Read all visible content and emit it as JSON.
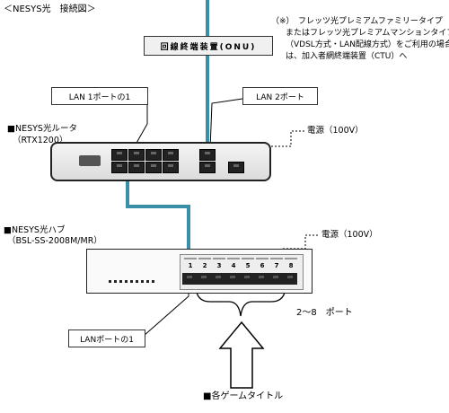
{
  "title": "＜NESYS光　接続図＞",
  "onu_label": "回線終端装置(ONU)",
  "note_lines": [
    "（※）　フレッツ光プレミアムファミリータイプ",
    "またはフレッツ光プレミアムマンションタイプ",
    "（VDSL方式・LAN配線方式）をご利用の場合",
    "は、加入者網終端装置（CTU）へ"
  ],
  "lan1_label": "LAN 1ポートの1",
  "lan2_label": "LAN 2ポート",
  "router": {
    "name": "■NESYS光ルータ",
    "model": "（RTX1200）",
    "power": "電源（100V）"
  },
  "hub": {
    "name": "■NESYS光ハブ",
    "model": "（BSL-SS-2008M/MR）",
    "power": "電源（100V）",
    "port_numbers": [
      "1",
      "2",
      "3",
      "4",
      "5",
      "6",
      "7",
      "8"
    ]
  },
  "lan_port1_label": "LANポートの1",
  "ports_label": "2～8　ポート",
  "game_label": "■各ゲームタイトル",
  "colors": {
    "cable": "#3a8fa8"
  }
}
